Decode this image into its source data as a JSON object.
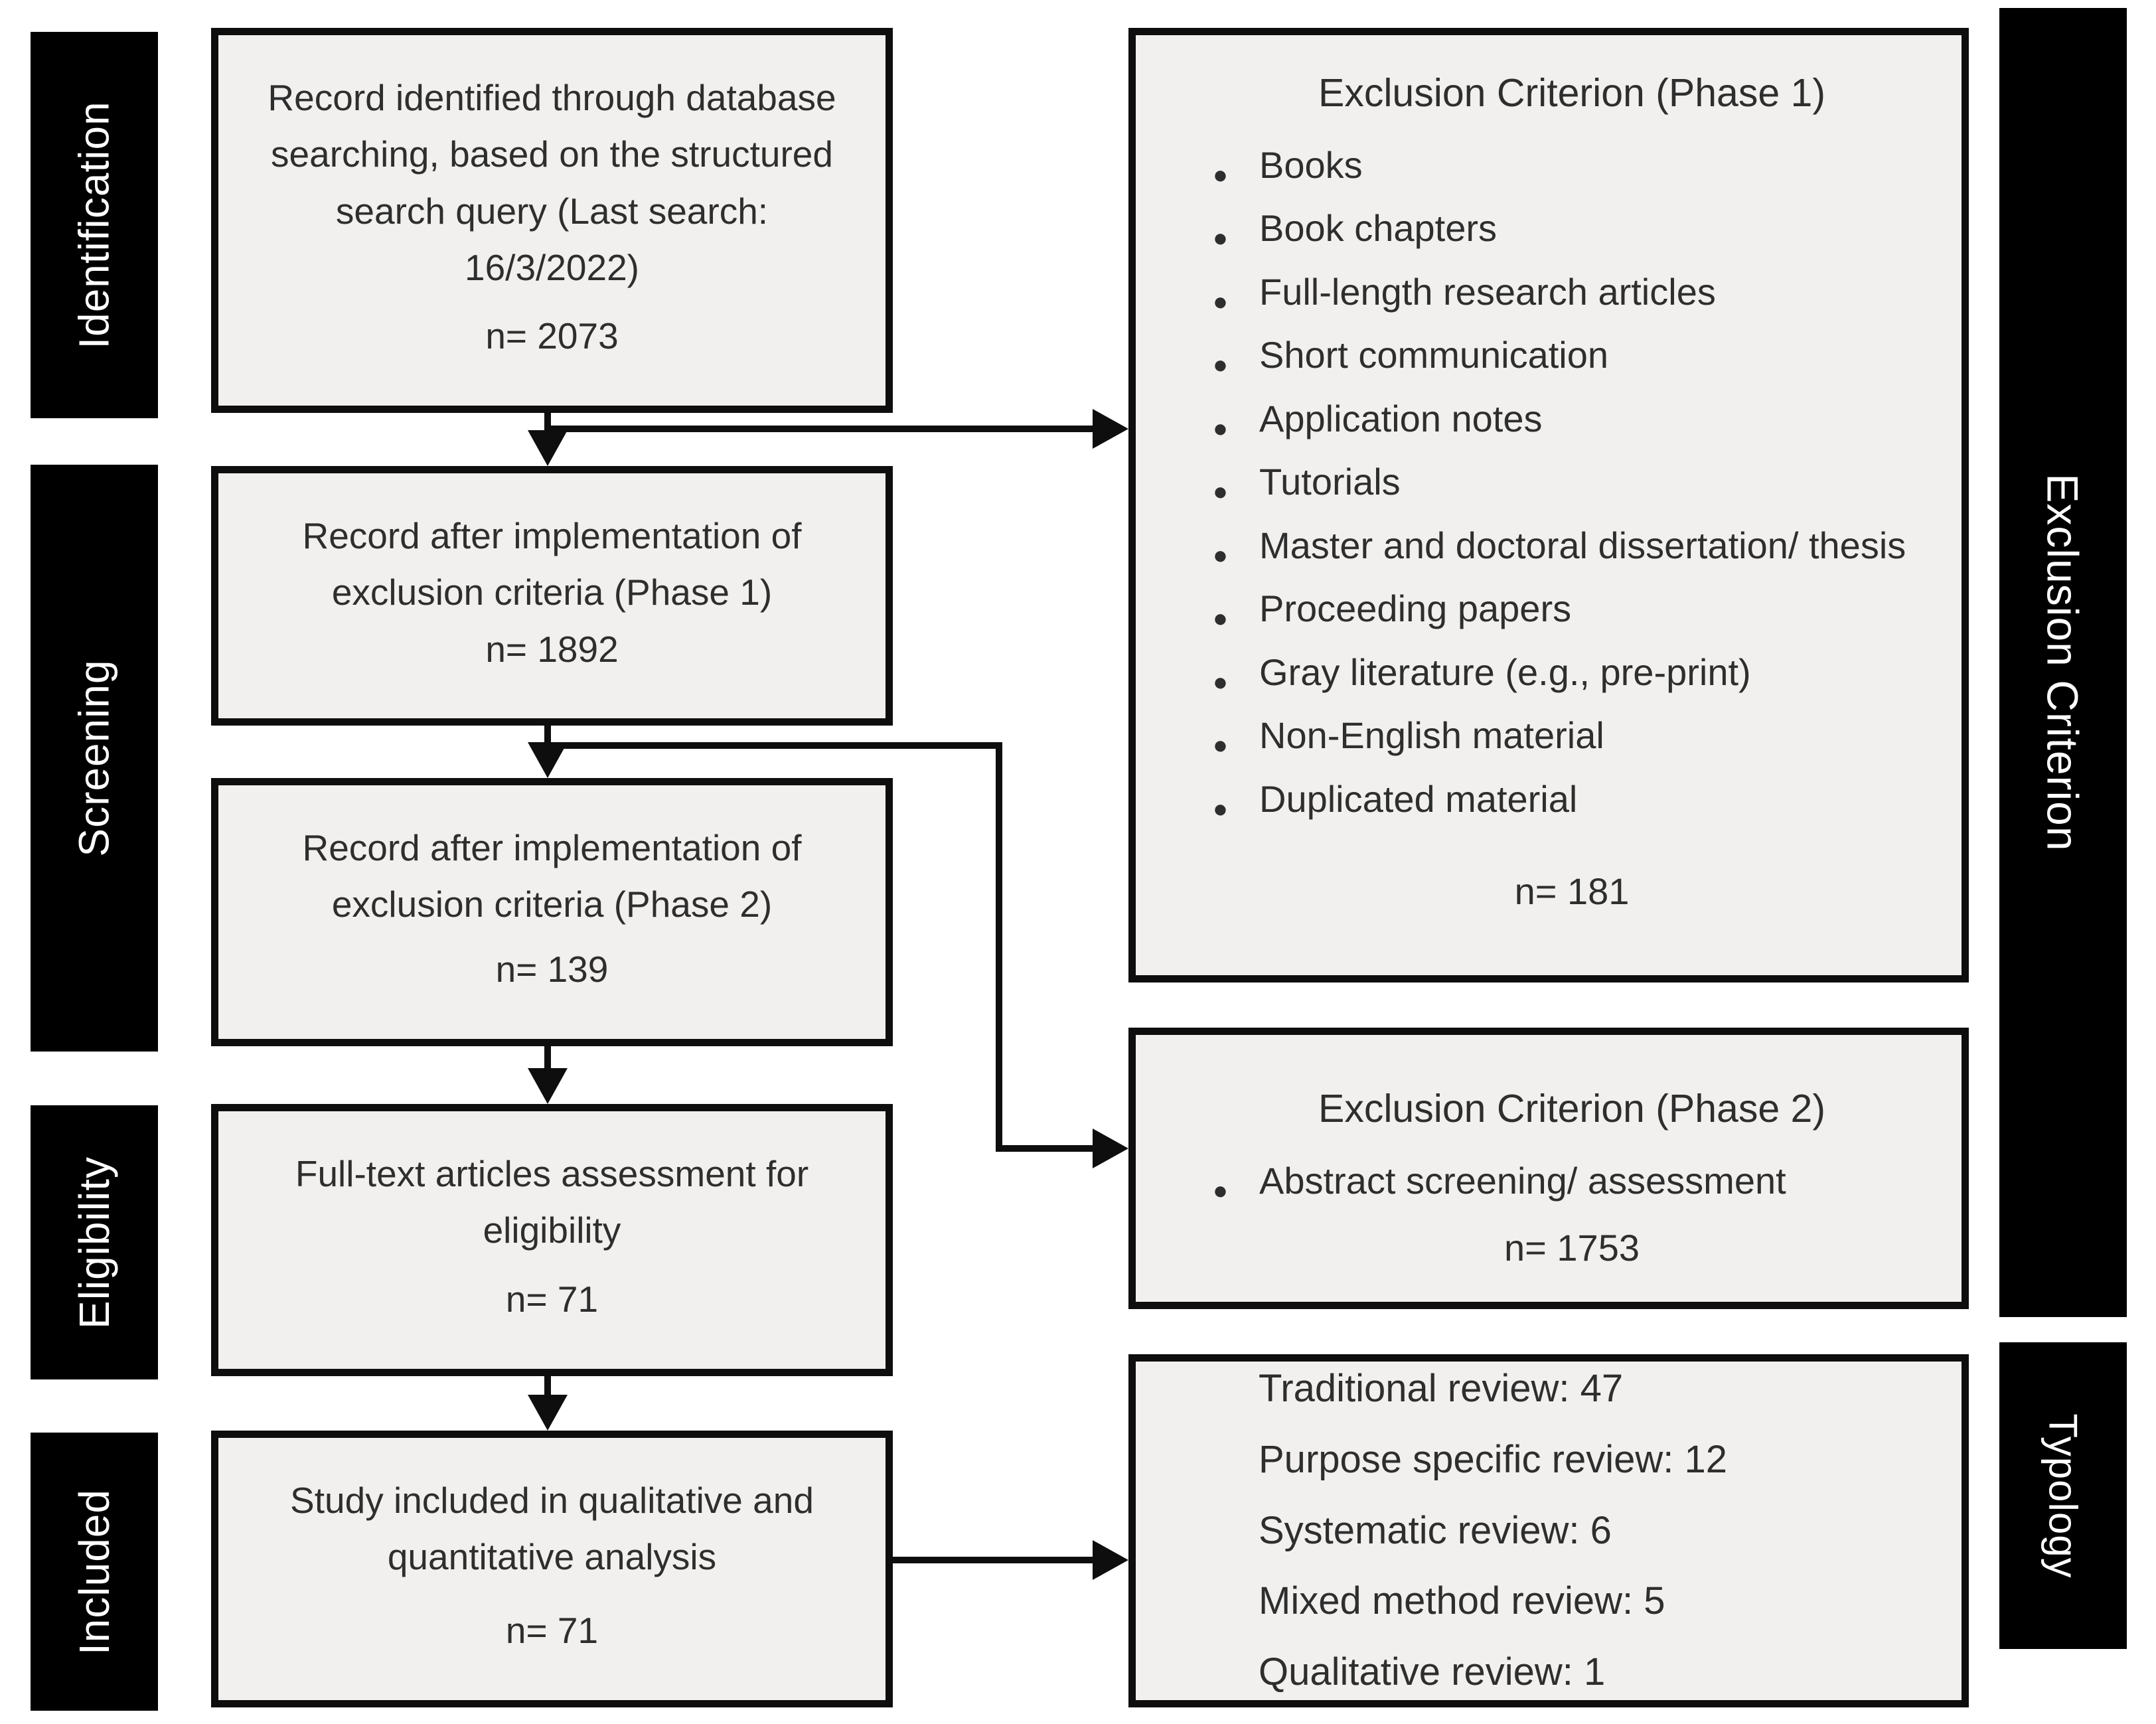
{
  "sidebar_left": {
    "identification": "Identification",
    "screening": "Screening",
    "eligibility": "Eligibility",
    "included": "Included"
  },
  "flow": {
    "box1": {
      "text": "Record identified through database searching, based on the structured search query (Last search: 16/3/2022)",
      "count": "n= 2073"
    },
    "box2": {
      "text": "Record after implementation of exclusion criteria (Phase 1)",
      "count": "n= 1892"
    },
    "box3": {
      "text": "Record after implementation of exclusion criteria (Phase 2)",
      "count": "n= 139"
    },
    "box4": {
      "text": "Full-text articles assessment for eligibility",
      "count": "n= 71"
    },
    "box5": {
      "text": "Study included in qualitative and quantitative analysis",
      "count": "n= 71"
    }
  },
  "exclusion_phase1": {
    "title": "Exclusion Criterion (Phase 1)",
    "items": [
      "Books",
      "Book chapters",
      "Full-length research articles",
      "Short communication",
      "Application notes",
      "Tutorials",
      "Master and doctoral dissertation/ thesis",
      "Proceeding papers",
      "Gray literature (e.g., pre-print)",
      "Non-English material",
      "Duplicated material"
    ],
    "count": "n= 181"
  },
  "exclusion_phase2": {
    "title": "Exclusion Criterion (Phase 2)",
    "items": [
      "Abstract screening/ assessment"
    ],
    "count": "n= 1753"
  },
  "typology": {
    "items": [
      "Traditional review: 47",
      "Purpose specific review: 12",
      "Systematic review: 6",
      "Mixed method review: 5",
      "Qualitative review: 1"
    ]
  },
  "sidebar_right": {
    "exclusion": "Exclusion Criterion",
    "typology": "Typology"
  },
  "colors": {
    "bar_bg": "#000000",
    "bar_text": "#ffffff",
    "box_fill": "#f1f0ee",
    "box_border": "#0e0e0e",
    "text": "#2e2e2e"
  }
}
